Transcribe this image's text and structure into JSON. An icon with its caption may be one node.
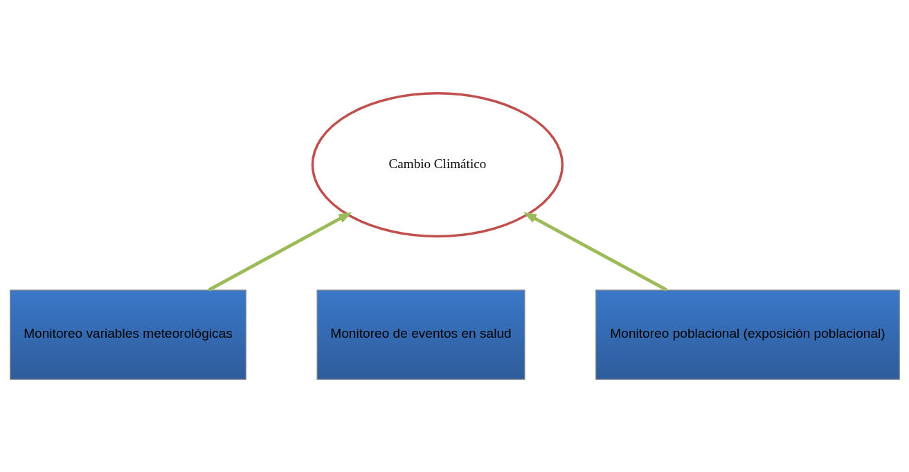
{
  "diagram": {
    "nodes": [
      {
        "text": [
          "Cambio Climático"
        ]
      },
      {
        "text": [
          "Monitoreo variables meteorológicas"
        ]
      },
      {
        "text": [
          "Monitoreo poblacional (exposición poblacional)"
        ]
      },
      {
        "text": [
          "Monitoreo de eventos en salud"
        ]
      }
    ],
    "edges": [
      {
        "from": 1,
        "to": 0,
        "arrow": "to"
      },
      {
        "from": 2,
        "to": 0,
        "arrow": "to"
      }
    ]
  }
}
